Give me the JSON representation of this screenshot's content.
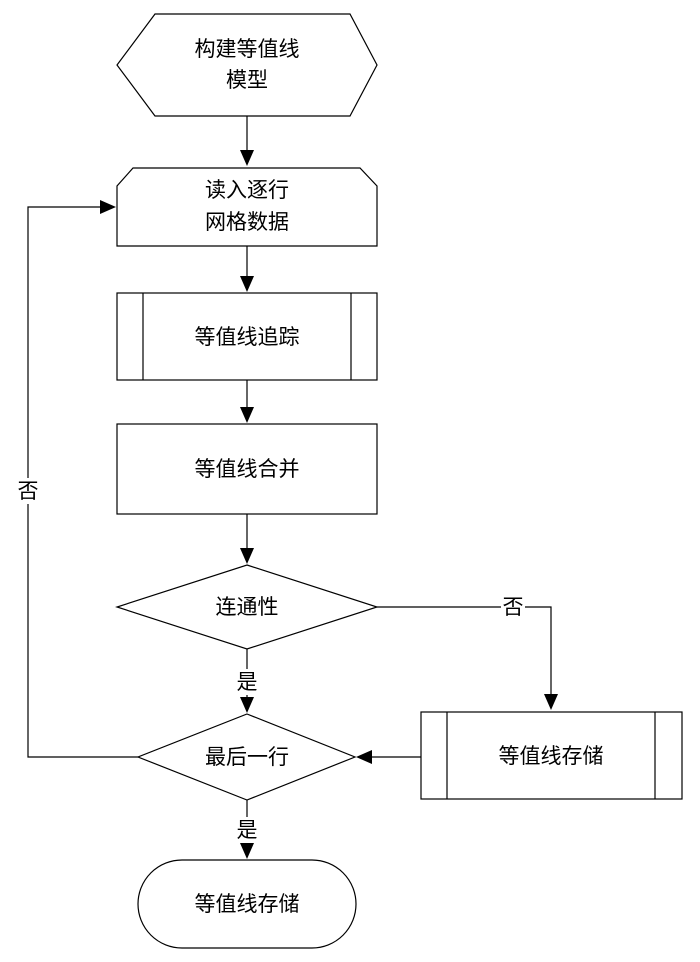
{
  "flowchart": {
    "start": {
      "line1": "构建等值线",
      "line2": "模型"
    },
    "read": {
      "line1": "读入逐行",
      "line2": "网格数据"
    },
    "trace": {
      "label": "等值线追踪"
    },
    "merge": {
      "label": "等值线合并"
    },
    "connectivity": {
      "label": "连通性"
    },
    "last_row": {
      "label": "最后一行"
    },
    "store_side": {
      "label": "等值线存储"
    },
    "end": {
      "label": "等值线存储"
    },
    "edge_labels": {
      "connectivity_no": "否",
      "connectivity_yes": "是",
      "last_row_yes": "是",
      "last_row_no": "否"
    }
  }
}
